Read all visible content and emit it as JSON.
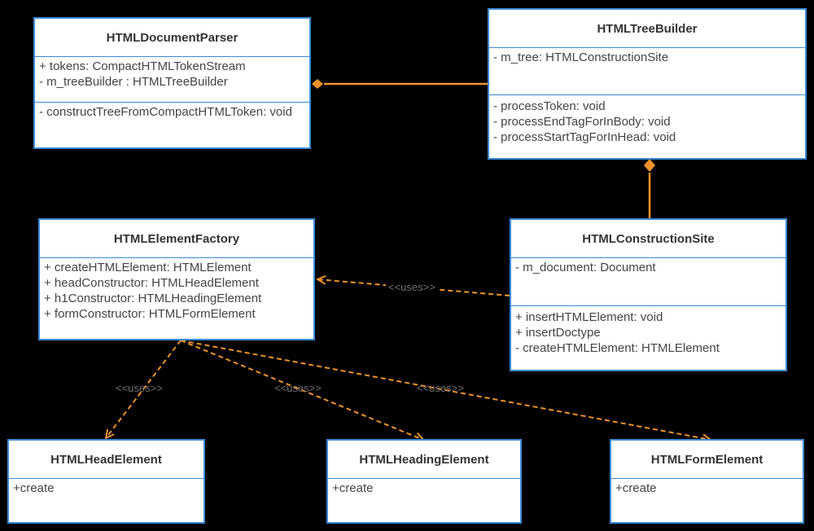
{
  "classes": {
    "parser": {
      "name": "HTMLDocumentParser",
      "attributes": [
        "+ tokens: CompactHTMLTokenStream",
        "- m_treeBuilder : HTMLTreeBuilder"
      ],
      "operations": [
        "- constructTreeFromCompactHTMLToken: void"
      ]
    },
    "tree_builder": {
      "name": "HTMLTreeBuilder",
      "attributes": [
        "- m_tree: HTMLConstructionSite"
      ],
      "operations": [
        "- processToken: void",
        "- processEndTagForInBody: void",
        "- processStartTagForInHead: void"
      ]
    },
    "factory": {
      "name": "HTMLElementFactory",
      "attributes": [
        "+ createHTMLElement: HTMLElement",
        "+ headConstructor: HTMLHeadElement",
        "+ h1Constructor: HTMLHeadingElement",
        "+ formConstructor: HTMLFormElement"
      ]
    },
    "construction_site": {
      "name": "HTMLConstructionSite",
      "attributes": [
        "- m_document: Document"
      ],
      "operations": [
        "+ insertHTMLElement: void",
        "+ insertDoctype",
        "- createHTMLElement: HTMLElement"
      ]
    },
    "head_element": {
      "name": "HTMLHeadElement",
      "operations": [
        "+create"
      ]
    },
    "heading_element": {
      "name": "HTMLHeadingElement",
      "operations": [
        "+create"
      ]
    },
    "form_element": {
      "name": "HTMLFormElement",
      "operations": [
        "+create"
      ]
    }
  },
  "relations": {
    "uses_label": "<<uses>>"
  },
  "colors": {
    "class_border": "#3b8ad8",
    "connector": "#f0922c",
    "background": "#000000"
  }
}
